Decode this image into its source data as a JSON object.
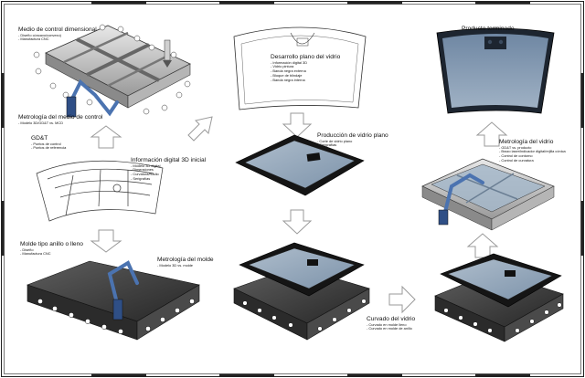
{
  "steps": {
    "medio_control": {
      "title": "Medio de control dimensional",
      "items": [
        "Diseño cóncavo/convexo)",
        "Manufactura CNC"
      ]
    },
    "metrologia_medio": {
      "title": "Metrología del medio de control",
      "items": [
        "Modelo 3D/GD&T vs. MCD"
      ]
    },
    "gdt": {
      "title": "GD&T",
      "items": [
        "Puntos de control",
        "Puntos de referencia"
      ]
    },
    "info_digital": {
      "title": "Información digital 3D inicial",
      "items": [
        "Modelo 3D digital",
        "Dimensiones",
        "Curvatura/Radio",
        "Serigrafías"
      ]
    },
    "molde": {
      "title": "Molde tipo anillo o lleno",
      "items": [
        "Diseño",
        "Manufactura CNC"
      ]
    },
    "metrologia_molde": {
      "title": "Metrología del molde",
      "items": [
        "Modelo 3D vs. molde"
      ]
    },
    "desarrollo": {
      "title": "Desarrollo plano del vidrio",
      "items": [
        "Información digital 3D",
        "Vidrio pintura",
        "Banda negra externa",
        "Bloque de blindaje",
        "Banda negra interna"
      ]
    },
    "produccion": {
      "title": "Producción de vidrio plano",
      "items": [
        "Corte de vidrio plano",
        "Serigrafías"
      ]
    },
    "curvado": {
      "title": "Curvado del vidrio",
      "items": [
        "Curvado en molde lleno",
        "Curvado en molde de anillo"
      ]
    },
    "producto": {
      "title": "Producto terminado",
      "items": []
    },
    "metrologia_vidrio": {
      "title": "Metrología del vidrio",
      "items": [
        "GD&T vs. producto",
        "Brazo laser/indicador digital/rejilla cónica",
        "Control de contorno",
        "Control de curvatura"
      ]
    }
  },
  "colors": {
    "glass": "#8fa3b8",
    "glass_dark": "#5a6e86",
    "frame": "#1c1c1c",
    "mold": "#3a3a3a",
    "robot": "#4b73b0",
    "arrow": "#bdbdbd"
  }
}
